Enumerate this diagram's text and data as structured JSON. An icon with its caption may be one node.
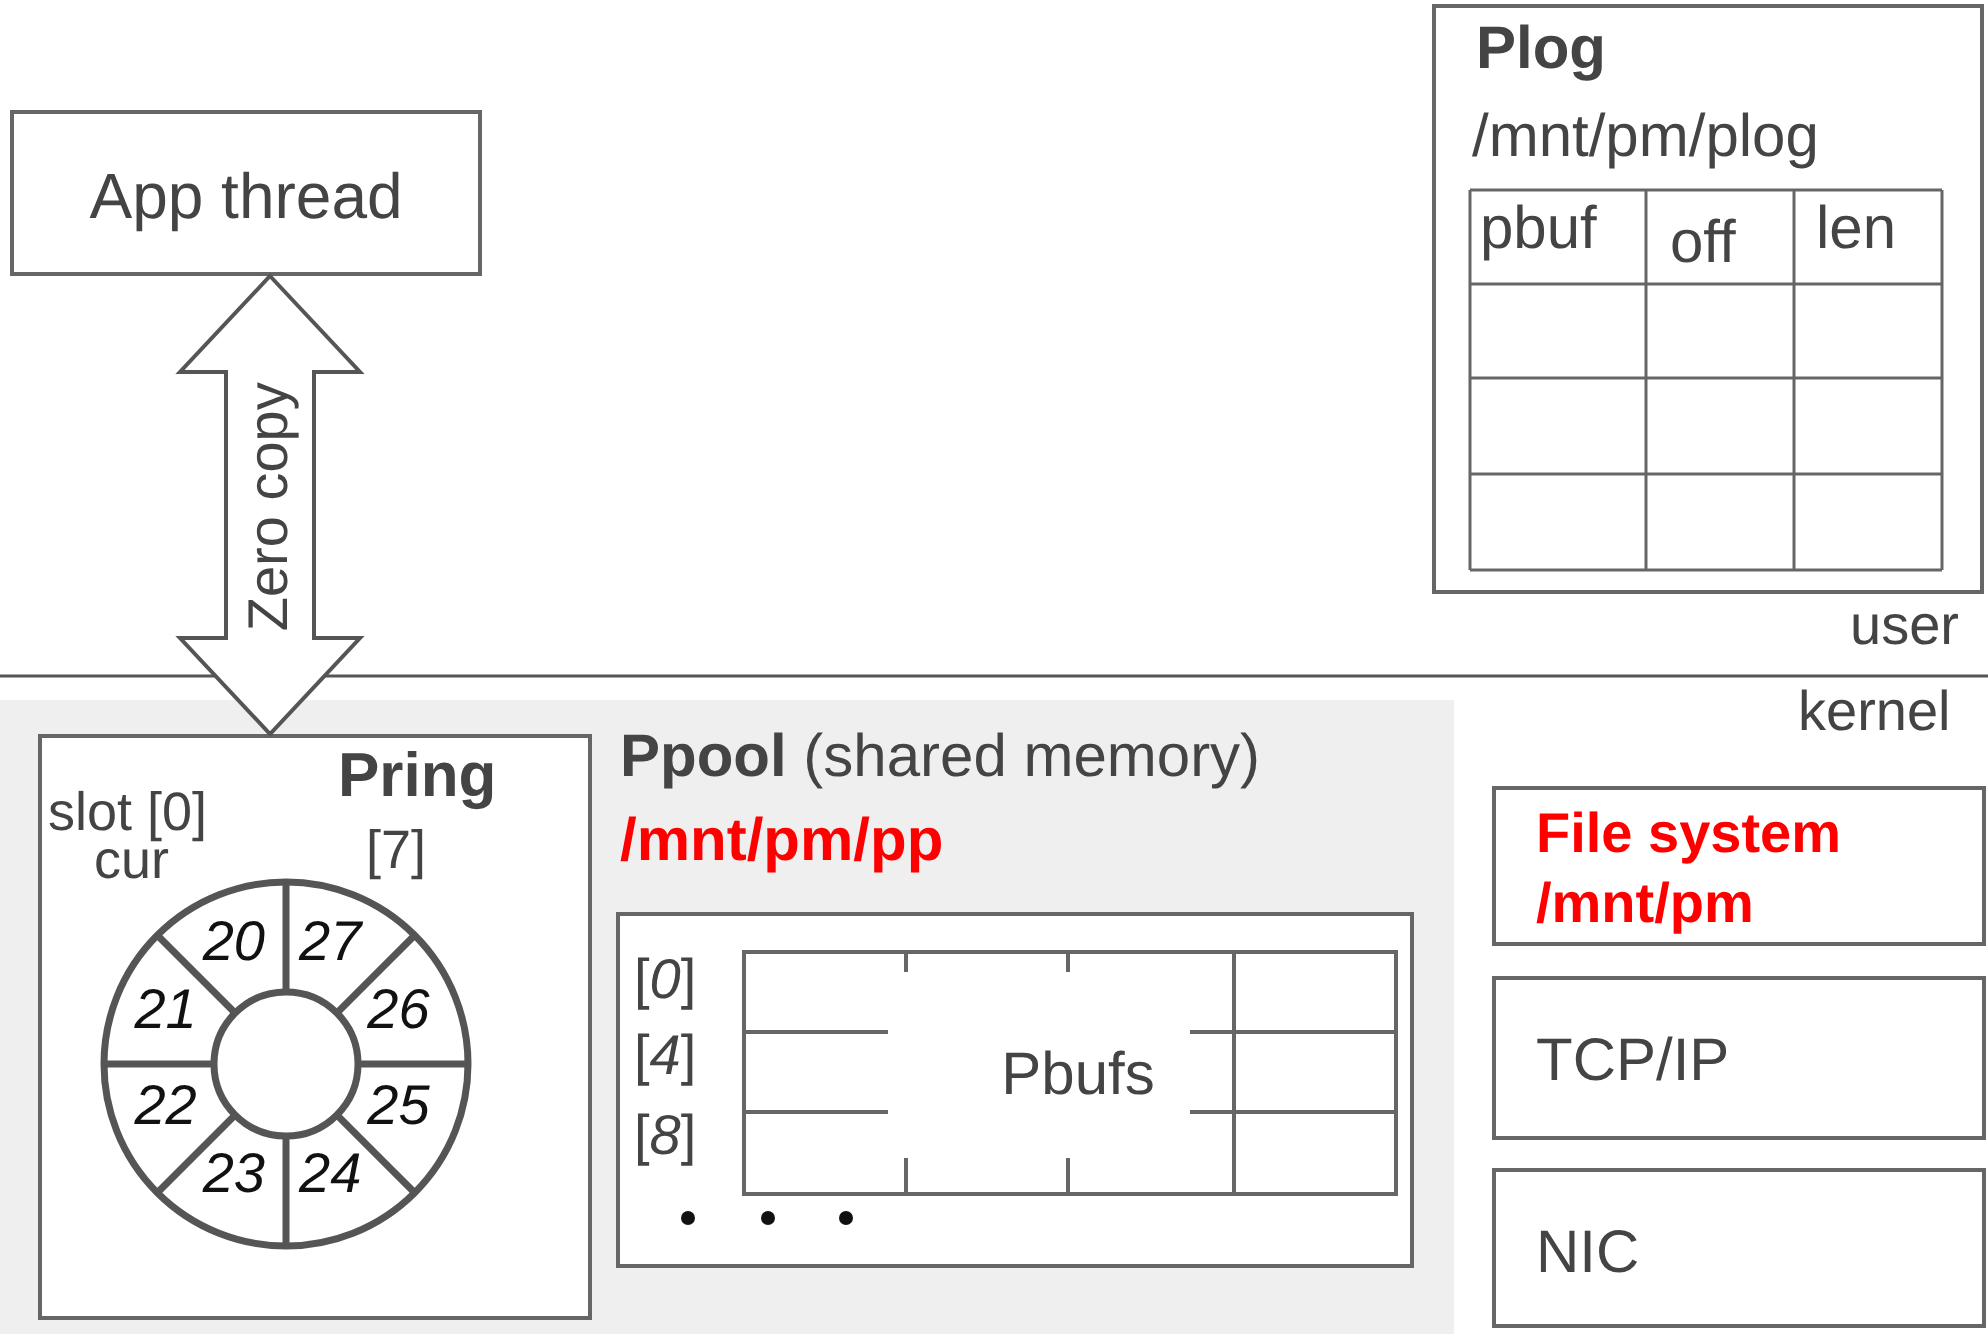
{
  "diagram": {
    "nodes": [
      {
        "text": [
          "App thread"
        ]
      },
      {
        "text": [
          "Plog",
          "/mnt/pm/plog"
        ]
      },
      {
        "text": [
          "Pring"
        ]
      },
      {
        "text": [
          "**Ppool** (shared memory)",
          "/mnt/pm/pp"
        ]
      },
      {
        "text": [
          "Pbufs"
        ],
        "in": 3
      },
      {
        "text": [
          "File system /mnt/pm"
        ]
      },
      {
        "text": [
          "TCP/IP"
        ]
      },
      {
        "text": [
          "NIC"
        ]
      }
    ],
    "edges": [
      {
        "from": 0,
        "to": 2,
        "arrow": "both",
        "label": "Zero copy",
        "style": "thick"
      }
    ],
    "labels": [
      "pbuf",
      "off",
      "len",
      "user",
      "kernel",
      "slot [0]",
      "cur",
      "[7]",
      "20",
      "27",
      "21",
      "26",
      "22",
      "25",
      "23",
      "24",
      "[*0*]",
      "[*4*]",
      "[*8*]"
    ]
  }
}
